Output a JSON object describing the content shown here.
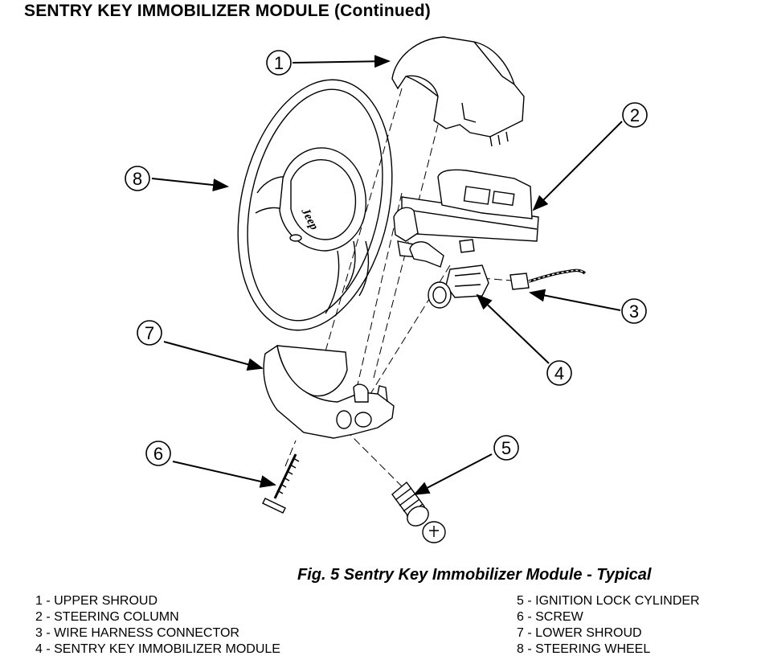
{
  "header": {
    "title": "SENTRY KEY IMMOBILIZER MODULE",
    "continued": "(Continued)"
  },
  "diagram": {
    "callouts": [
      "1",
      "2",
      "3",
      "4",
      "5",
      "6",
      "7",
      "8"
    ],
    "steering_wheel_emblem": "Jeep"
  },
  "figure_caption": "Fig. 5 Sentry Key Immobilizer Module - Typical",
  "legend": {
    "left": [
      "1 - UPPER SHROUD",
      "2 - STEERING COLUMN",
      "3 - WIRE HARNESS CONNECTOR",
      "4 - SENTRY KEY IMMOBILIZER MODULE"
    ],
    "right": [
      "5 - IGNITION LOCK CYLINDER",
      "6 - SCREW",
      "7 - LOWER SHROUD",
      "8 - STEERING WHEEL"
    ]
  }
}
